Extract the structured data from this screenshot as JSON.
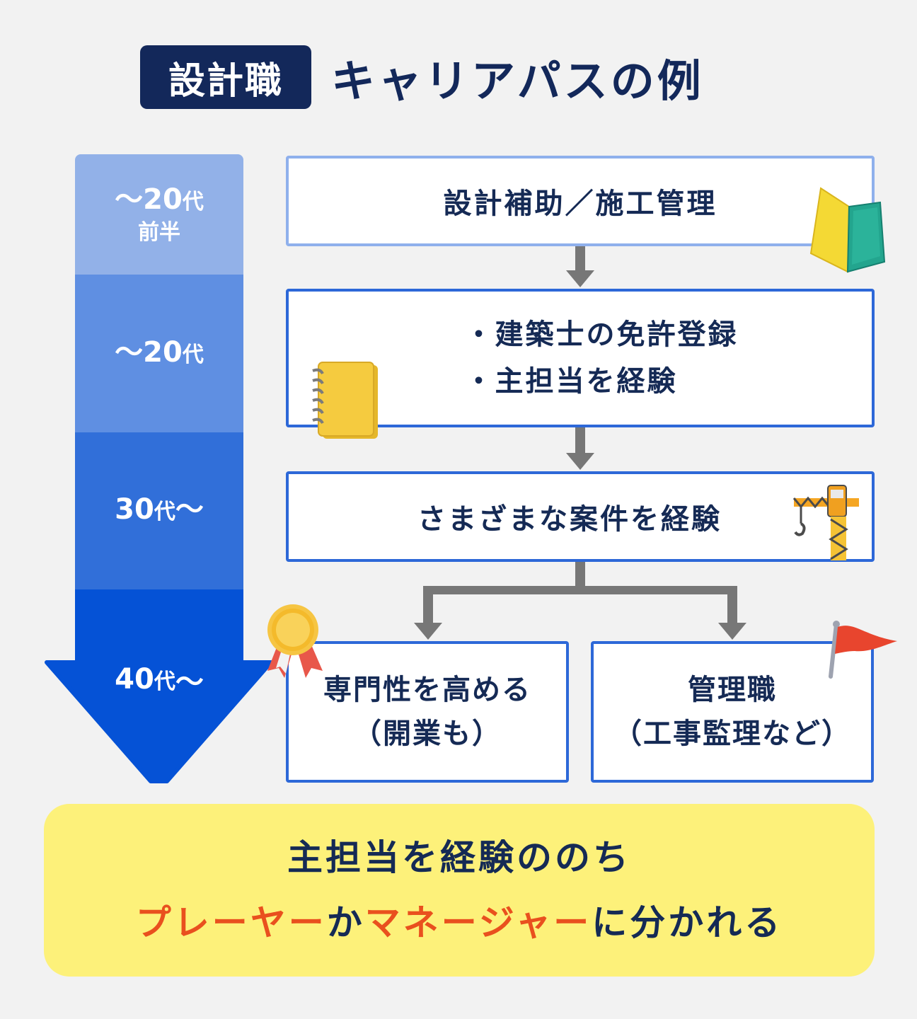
{
  "header": {
    "badge": "設計職",
    "title": "キャリアパスの例"
  },
  "timeline": {
    "stages": [
      {
        "age_prefix": "～20",
        "age_unit": "代",
        "age_suffix": "",
        "sub": "前半"
      },
      {
        "age_prefix": "～20",
        "age_unit": "代",
        "age_suffix": "",
        "sub": ""
      },
      {
        "age_prefix": "30",
        "age_unit": "代",
        "age_suffix": "～",
        "sub": ""
      },
      {
        "age_prefix": "40",
        "age_unit": "代",
        "age_suffix": "～",
        "sub": ""
      }
    ],
    "colors": [
      "#92b1e8",
      "#5f8fe2",
      "#316fd9",
      "#0552d6"
    ]
  },
  "steps": {
    "step1": "設計補助／施工管理",
    "step2_items": [
      "建築士の免許登録",
      "主担当を経験"
    ],
    "step3": "さまざまな案件を経験",
    "branch_left": {
      "line1": "専門性を高める",
      "line2": "（開業も）"
    },
    "branch_right": {
      "line1": "管理職",
      "line2": "（工事監理など）"
    }
  },
  "icons": {
    "step1": "book-icon",
    "step2": "notebook-icon",
    "step3": "crane-icon",
    "branch_left": "medal-icon",
    "branch_right": "flag-icon"
  },
  "note": {
    "line1": "主担当を経験ののち",
    "player": "プレーヤー",
    "connector": "か",
    "manager": "マネージャー",
    "ending": "に分かれる"
  },
  "colors": {
    "navy": "#13285a",
    "box_border": "#2d68d8",
    "connector": "#777777",
    "note_bg": "#fdf17a",
    "highlight": "#e9501e"
  }
}
